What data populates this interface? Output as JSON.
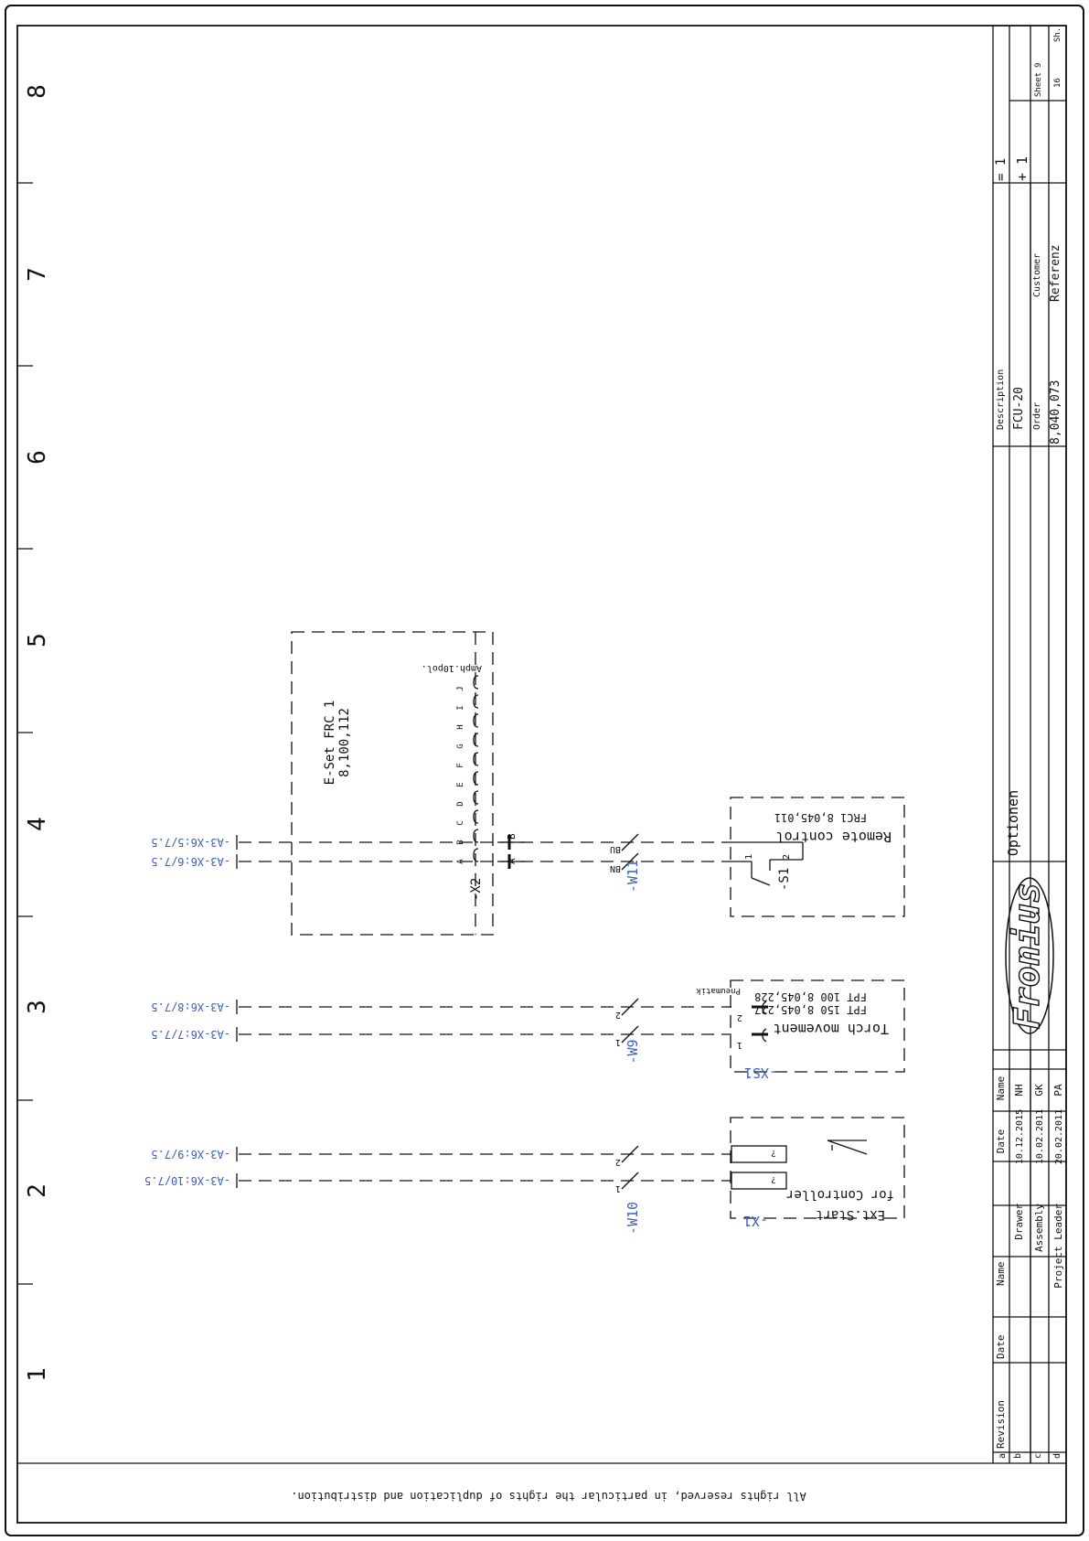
{
  "frame": {
    "column_numbers": [
      "1",
      "2",
      "3",
      "4",
      "5",
      "6",
      "7",
      "8"
    ],
    "footer_notice": "All rights reserved, in particular the rights of duplication and distribution."
  },
  "title_block": {
    "revision_header": "Revision",
    "date_header": "Date",
    "name_header": "Name",
    "revision_rows": [
      "a",
      "b",
      "c",
      "d"
    ],
    "roles": [
      "Drawer",
      "Assembly",
      "Project Leader"
    ],
    "role_dates": [
      "10.12.2015",
      "10.02.2011",
      "20.02.2011"
    ],
    "role_names": [
      "NH",
      "GK",
      "PA"
    ],
    "role_header_date": "Date",
    "role_header_name": "Name",
    "logo_text": "Fronius",
    "drawing_title": "Optionen",
    "description_label": "Description",
    "description_value": "FCU-20",
    "order_label": "Order",
    "order_value": "8,040,073",
    "customer_label": "Customer",
    "customer_value": "Referenz",
    "equals_value": "= 1",
    "plus_value": "+ 1",
    "sheet_label": "Sheet",
    "sheet_value": "9",
    "sheets_total": "16",
    "sheets_label": "Sh."
  },
  "schematic": {
    "cross_refs": [
      "-A3-X6:10/7.5",
      "-A3-X6:9/7.5",
      "-A3-X6:7/7.5",
      "-A3-X6:8/7.5",
      "-A3-X6:6/7.5",
      "-A3-X6:5/7.5"
    ],
    "cables": {
      "w10": "-W10",
      "w9": "-W9",
      "w11": "-W11",
      "wire_1": "1",
      "wire_2": "2",
      "wire_bn": "BN",
      "wire_bu": "BU"
    },
    "ext_start": {
      "title": "Ext.Start",
      "subtitle": "for Controller",
      "tag": "-X1",
      "pin": "?"
    },
    "torch": {
      "tag": "-XS1",
      "title": "Torch movement",
      "part1": "FPT 150  8,045,227",
      "part2": "FPT 100  8,045,228",
      "pneumatic": "Pneumatik",
      "pin1": "1",
      "pin2": "2"
    },
    "remote": {
      "title": "Remote control",
      "part": "FRC1 8,045,011",
      "switch_tag": "-S1",
      "pin1": "1",
      "pin2": "2"
    },
    "eset": {
      "title": "E-Set FRC 1",
      "part": "8,100,112",
      "connector": "-X2",
      "connector_type": "Amph.10pol.",
      "pins": [
        "A",
        "B",
        "C",
        "D",
        "E",
        "F",
        "G",
        "H",
        "I",
        "J"
      ],
      "plug_a": "A",
      "plug_b": "B"
    }
  }
}
